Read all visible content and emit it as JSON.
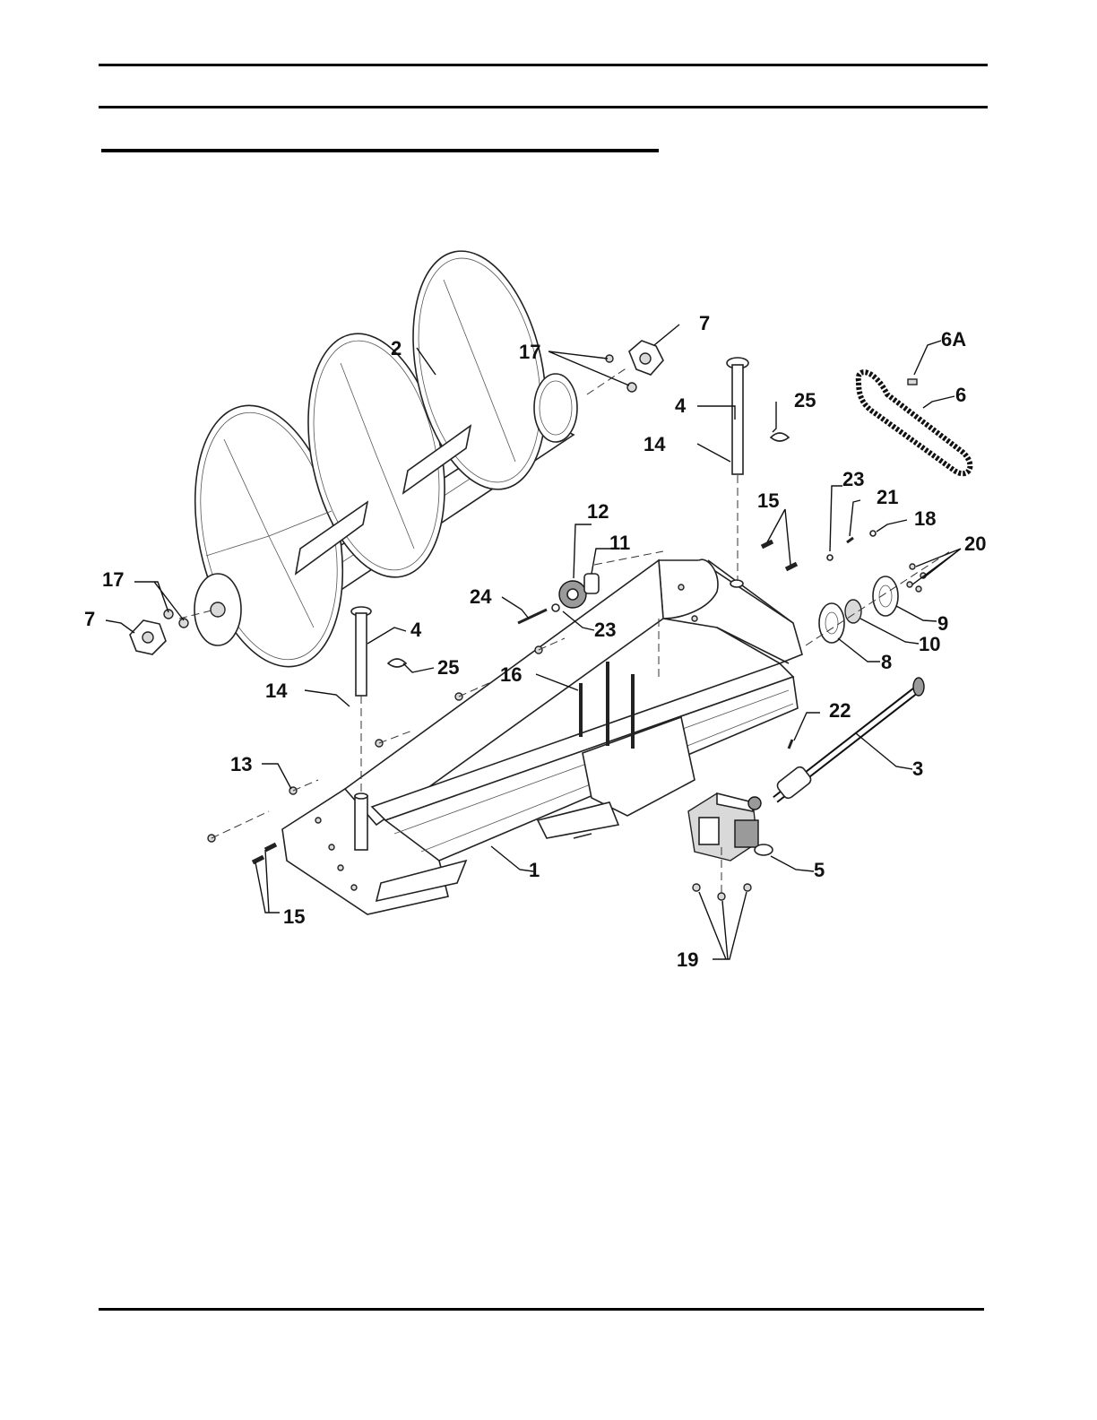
{
  "callouts": [
    {
      "id": "c1",
      "text": "1"
    },
    {
      "id": "c2",
      "text": "2"
    },
    {
      "id": "c3",
      "text": "3"
    },
    {
      "id": "c4a",
      "text": "4"
    },
    {
      "id": "c4b",
      "text": "4"
    },
    {
      "id": "c5",
      "text": "5"
    },
    {
      "id": "c6",
      "text": "6"
    },
    {
      "id": "c6a",
      "text": "6A"
    },
    {
      "id": "c7a",
      "text": "7"
    },
    {
      "id": "c7b",
      "text": "7"
    },
    {
      "id": "c8",
      "text": "8"
    },
    {
      "id": "c9",
      "text": "9"
    },
    {
      "id": "c10",
      "text": "10"
    },
    {
      "id": "c11",
      "text": "11"
    },
    {
      "id": "c12",
      "text": "12"
    },
    {
      "id": "c13",
      "text": "13"
    },
    {
      "id": "c14a",
      "text": "14"
    },
    {
      "id": "c14b",
      "text": "14"
    },
    {
      "id": "c15a",
      "text": "15"
    },
    {
      "id": "c15b",
      "text": "15"
    },
    {
      "id": "c16",
      "text": "16"
    },
    {
      "id": "c17a",
      "text": "17"
    },
    {
      "id": "c17b",
      "text": "17"
    },
    {
      "id": "c18",
      "text": "18"
    },
    {
      "id": "c19",
      "text": "19"
    },
    {
      "id": "c20",
      "text": "20"
    },
    {
      "id": "c21",
      "text": "21"
    },
    {
      "id": "c22",
      "text": "22"
    },
    {
      "id": "c23a",
      "text": "23"
    },
    {
      "id": "c23b",
      "text": "23"
    },
    {
      "id": "c24",
      "text": "24"
    },
    {
      "id": "c25a",
      "text": "25"
    },
    {
      "id": "c25b",
      "text": "25"
    }
  ]
}
